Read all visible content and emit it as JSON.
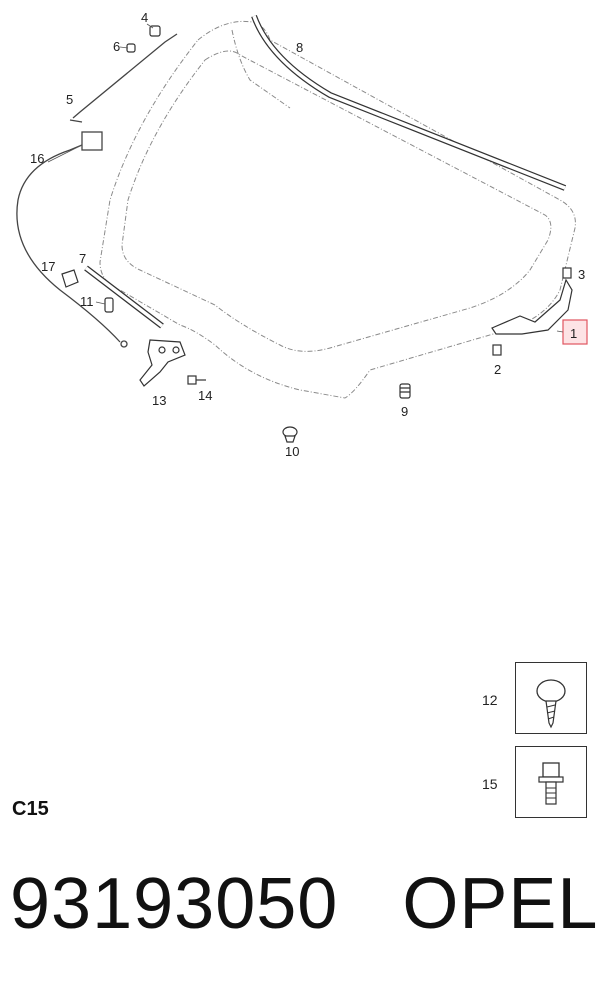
{
  "callouts": [
    "1",
    "2",
    "3",
    "4",
    "5",
    "6",
    "7",
    "8",
    "9",
    "10",
    "11",
    "13",
    "14",
    "16",
    "17"
  ],
  "highlight_color": "#e05560",
  "legend": {
    "item_a_label": "12",
    "item_b_label": "15"
  },
  "section_code": "C15",
  "part_number": "93193050",
  "brand": "OPEL"
}
